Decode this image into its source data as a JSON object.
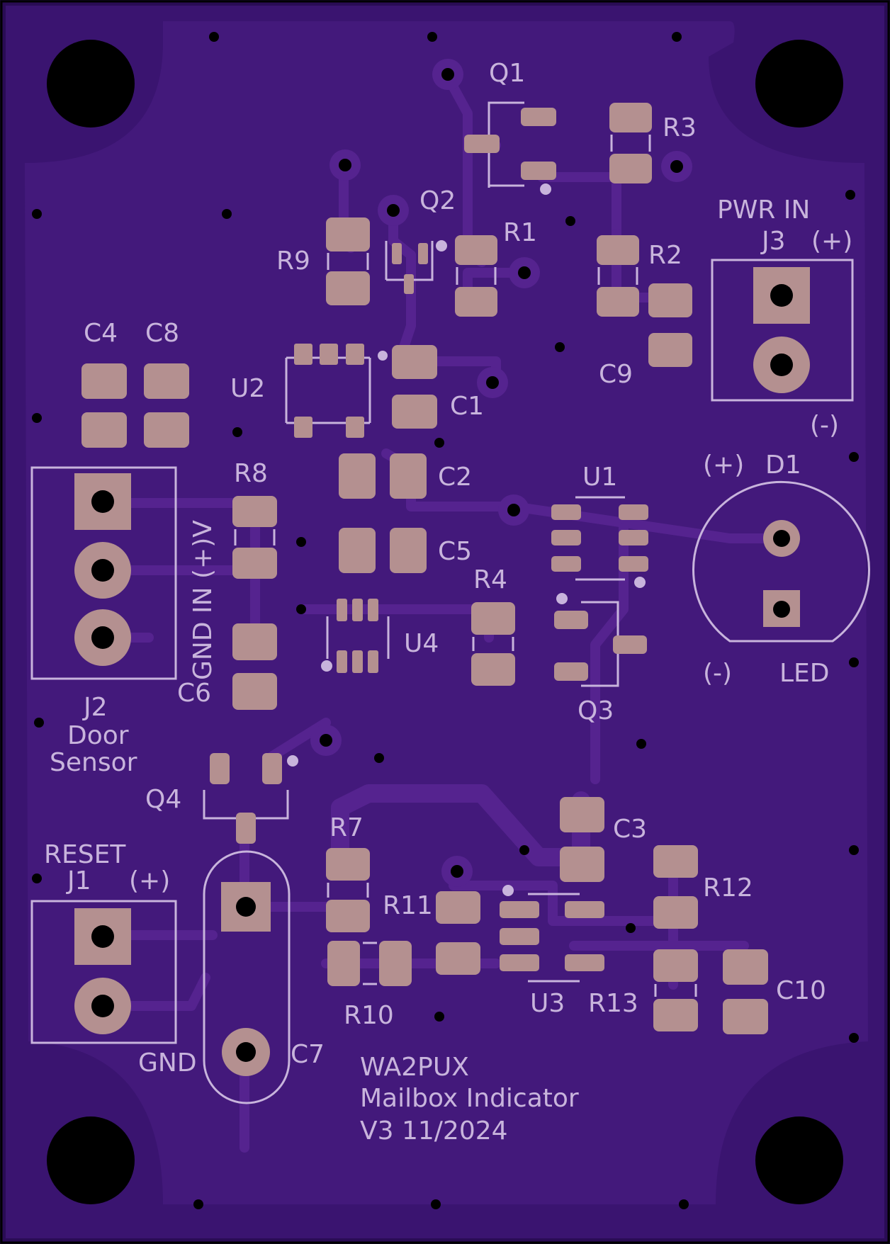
{
  "board": {
    "title_line1": "WA2PUX",
    "title_line2": "Mailbox Indicator",
    "title_line3": "V3 11/2024"
  },
  "labels": {
    "q1": "Q1",
    "q2": "Q2",
    "q3": "Q3",
    "q4": "Q4",
    "r1": "R1",
    "r2": "R2",
    "r3": "R3",
    "r4": "R4",
    "r7": "R7",
    "r8": "R8",
    "r9": "R9",
    "r10": "R10",
    "r11": "R11",
    "r12": "R12",
    "r13": "R13",
    "c1": "C1",
    "c2": "C2",
    "c3": "C3",
    "c4": "C4",
    "c5": "C5",
    "c6": "C6",
    "c7": "C7",
    "c8": "C8",
    "c9": "C9",
    "c10": "C10",
    "u1": "U1",
    "u2": "U2",
    "u3": "U3",
    "u4": "U4",
    "d1": "D1",
    "j1": "J1",
    "j2": "J2",
    "j3": "J3"
  },
  "connectors": {
    "pwr_in": "PWR IN",
    "j3_plus": "(+)",
    "j3_minus": "(-)",
    "d1_plus": "(+)",
    "d1_minus": "(-)",
    "led": "LED",
    "j2_v_in": "GND IN (+)V",
    "j2_door": "Door",
    "j2_sensor": "Sensor",
    "reset": "RESET",
    "j1_plus": "(+)",
    "j1_gnd": "GND"
  },
  "colors": {
    "board": "#3a1470",
    "copper_pour": "#461b80",
    "trace": "#4f2090",
    "pad": "#b49090",
    "silkscreen": "#c8b4dc",
    "hole": "#000000"
  }
}
